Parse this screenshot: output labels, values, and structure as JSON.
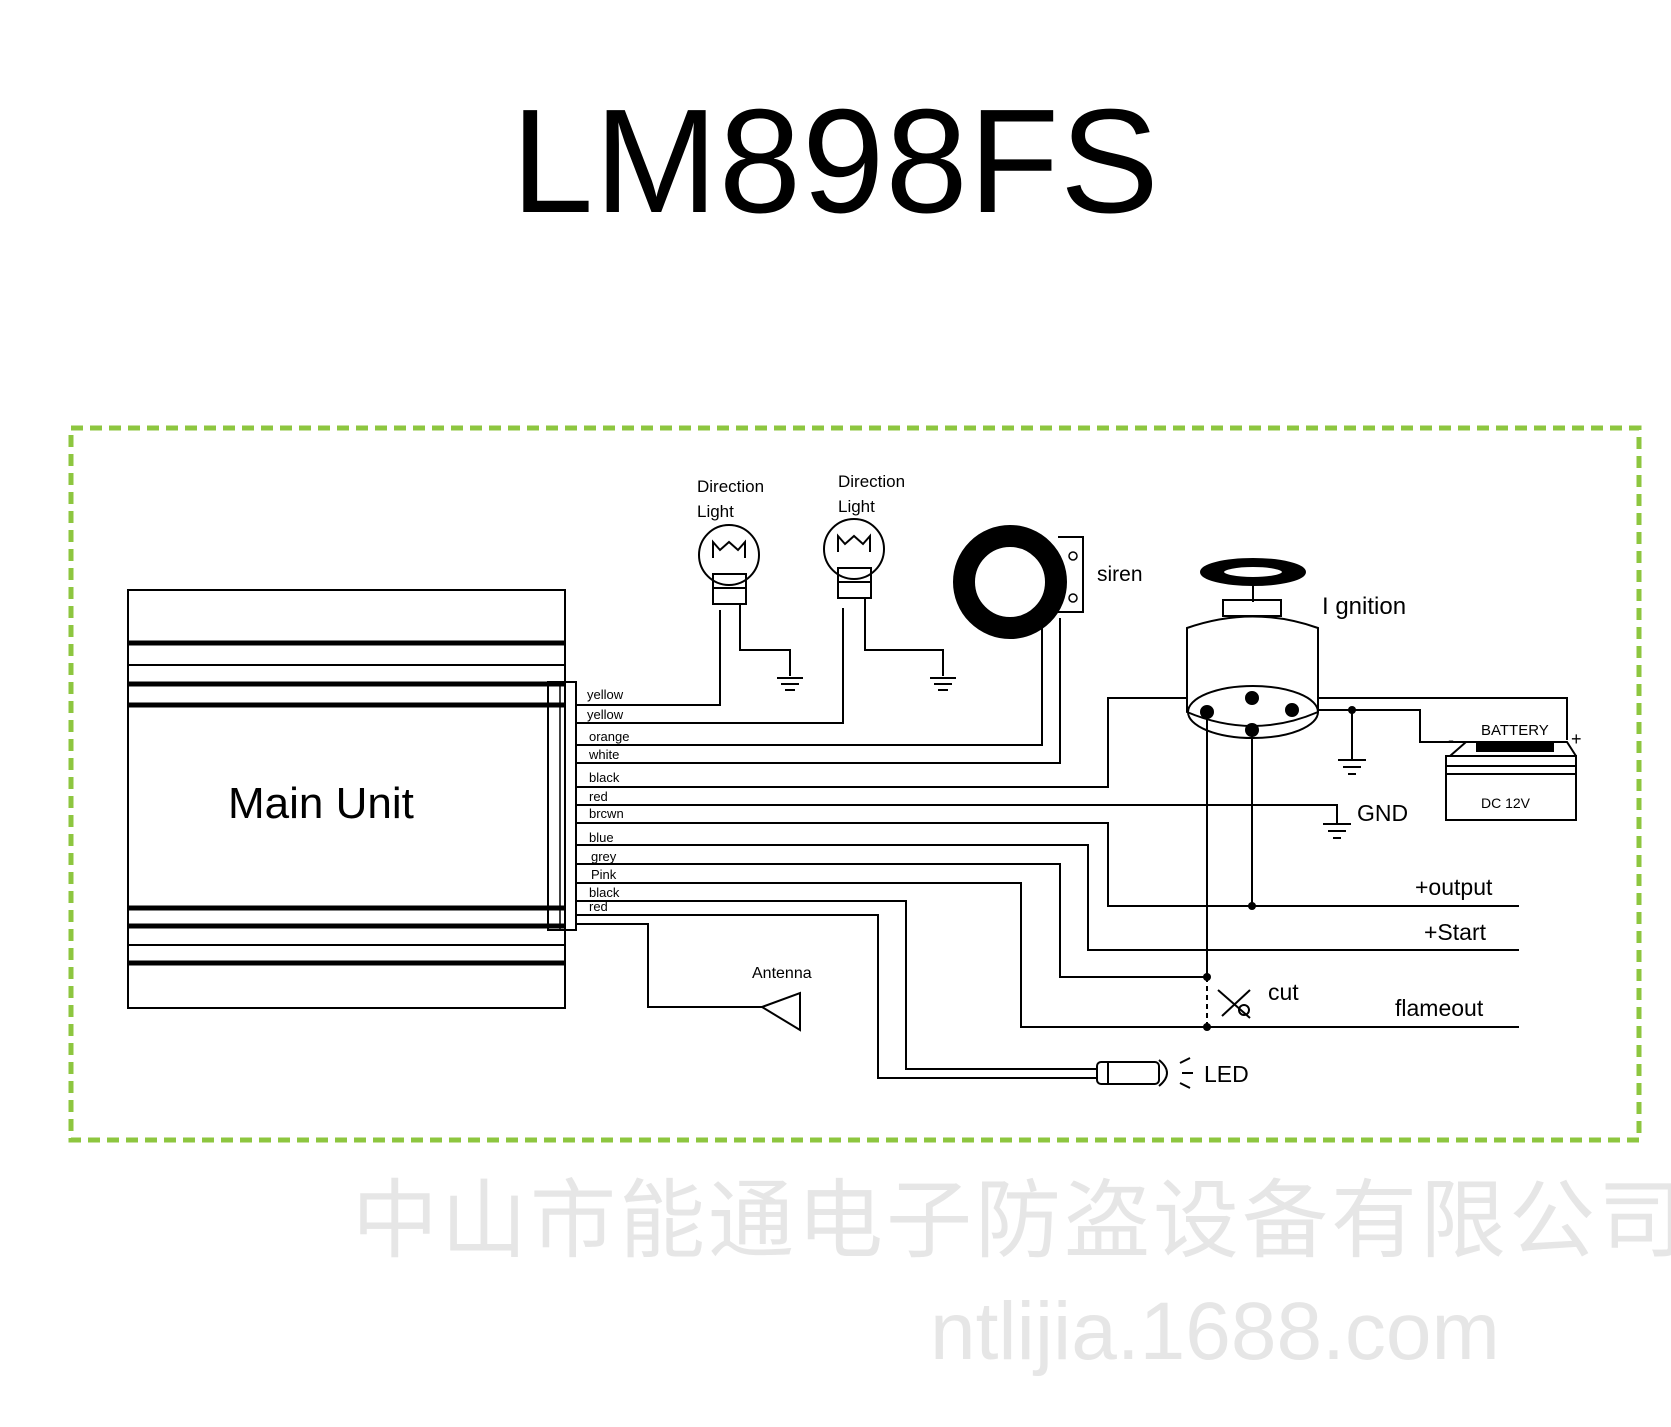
{
  "title": "LM898FS",
  "main_unit": {
    "label": "Main Unit"
  },
  "wires": [
    "yellow",
    "yellow",
    "orange",
    "white",
    "black",
    "red",
    "brcwn",
    "blue",
    "grey",
    "Pink",
    "black",
    "red"
  ],
  "direction_light_1": {
    "line1": "Direction",
    "line2": "Light"
  },
  "direction_light_2": {
    "line1": "Direction",
    "line2": "Light"
  },
  "siren": {
    "label": "siren"
  },
  "ignition": {
    "label": "I gnition"
  },
  "battery": {
    "label": "BATTERY",
    "spec": "DC  12V",
    "minus": "-",
    "plus": "+"
  },
  "gnd": {
    "label": "GND"
  },
  "outputs": {
    "output": "+output",
    "start": "+Start",
    "flameout": "flameout",
    "cut": "cut"
  },
  "antenna": {
    "label": "Antenna"
  },
  "led": {
    "label": "LED"
  },
  "watermark": {
    "company": "中山市能通电子防盗设备有限公司",
    "url": "ntlijia.1688.com"
  },
  "colors": {
    "frame": "#8dc63f",
    "line": "#000000",
    "watermark": "#e6e6e6"
  }
}
